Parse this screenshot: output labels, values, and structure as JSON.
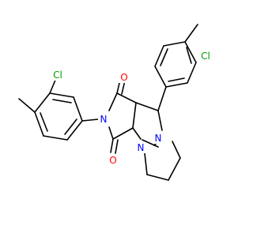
{
  "colors": {
    "background": "#ffffff",
    "bond": "#000000",
    "carbon": "#000000",
    "oxygen": "#ff0000",
    "nitrogen": "#0000ff",
    "chlorine": "#00a000"
  },
  "atoms": {
    "cl_left": "Cl",
    "cl_right": "Cl",
    "n_imide": "N",
    "n_ring_upper": "N",
    "n_ring_lower": "N",
    "o_top": "O",
    "o_bottom": "O"
  }
}
